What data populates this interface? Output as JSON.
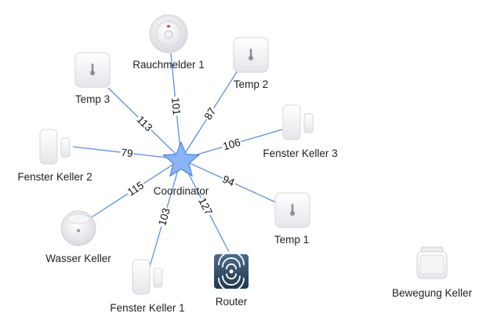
{
  "coordinator": {
    "label": "Coordinator",
    "color": "#8ab4f8"
  },
  "devices": [
    {
      "id": "rauchmelder-1",
      "label": "Rauchmelder 1",
      "icon": "smoke-detector-icon",
      "lqi": "101"
    },
    {
      "id": "temp-2",
      "label": "Temp 2",
      "icon": "temperature-sensor-icon",
      "lqi": "87"
    },
    {
      "id": "temp-3",
      "label": "Temp 3",
      "icon": "temperature-sensor-icon",
      "lqi": "113"
    },
    {
      "id": "fenster-keller-3",
      "label": "Fenster Keller 3",
      "icon": "door-window-sensor-icon",
      "lqi": "106"
    },
    {
      "id": "fenster-keller-2",
      "label": "Fenster Keller 2",
      "icon": "door-window-sensor-icon",
      "lqi": "79"
    },
    {
      "id": "temp-1",
      "label": "Temp 1",
      "icon": "temperature-sensor-icon",
      "lqi": "94"
    },
    {
      "id": "wasser-keller",
      "label": "Wasser Keller",
      "icon": "water-leak-sensor-icon",
      "lqi": "115"
    },
    {
      "id": "fenster-keller-1",
      "label": "Fenster Keller 1",
      "icon": "door-window-sensor-icon",
      "lqi": "103"
    },
    {
      "id": "router",
      "label": "Router",
      "icon": "router-icon",
      "lqi": "127"
    },
    {
      "id": "bewegung-keller",
      "label": "Bewegung Keller",
      "icon": "motion-sensor-icon",
      "lqi": null
    }
  ]
}
